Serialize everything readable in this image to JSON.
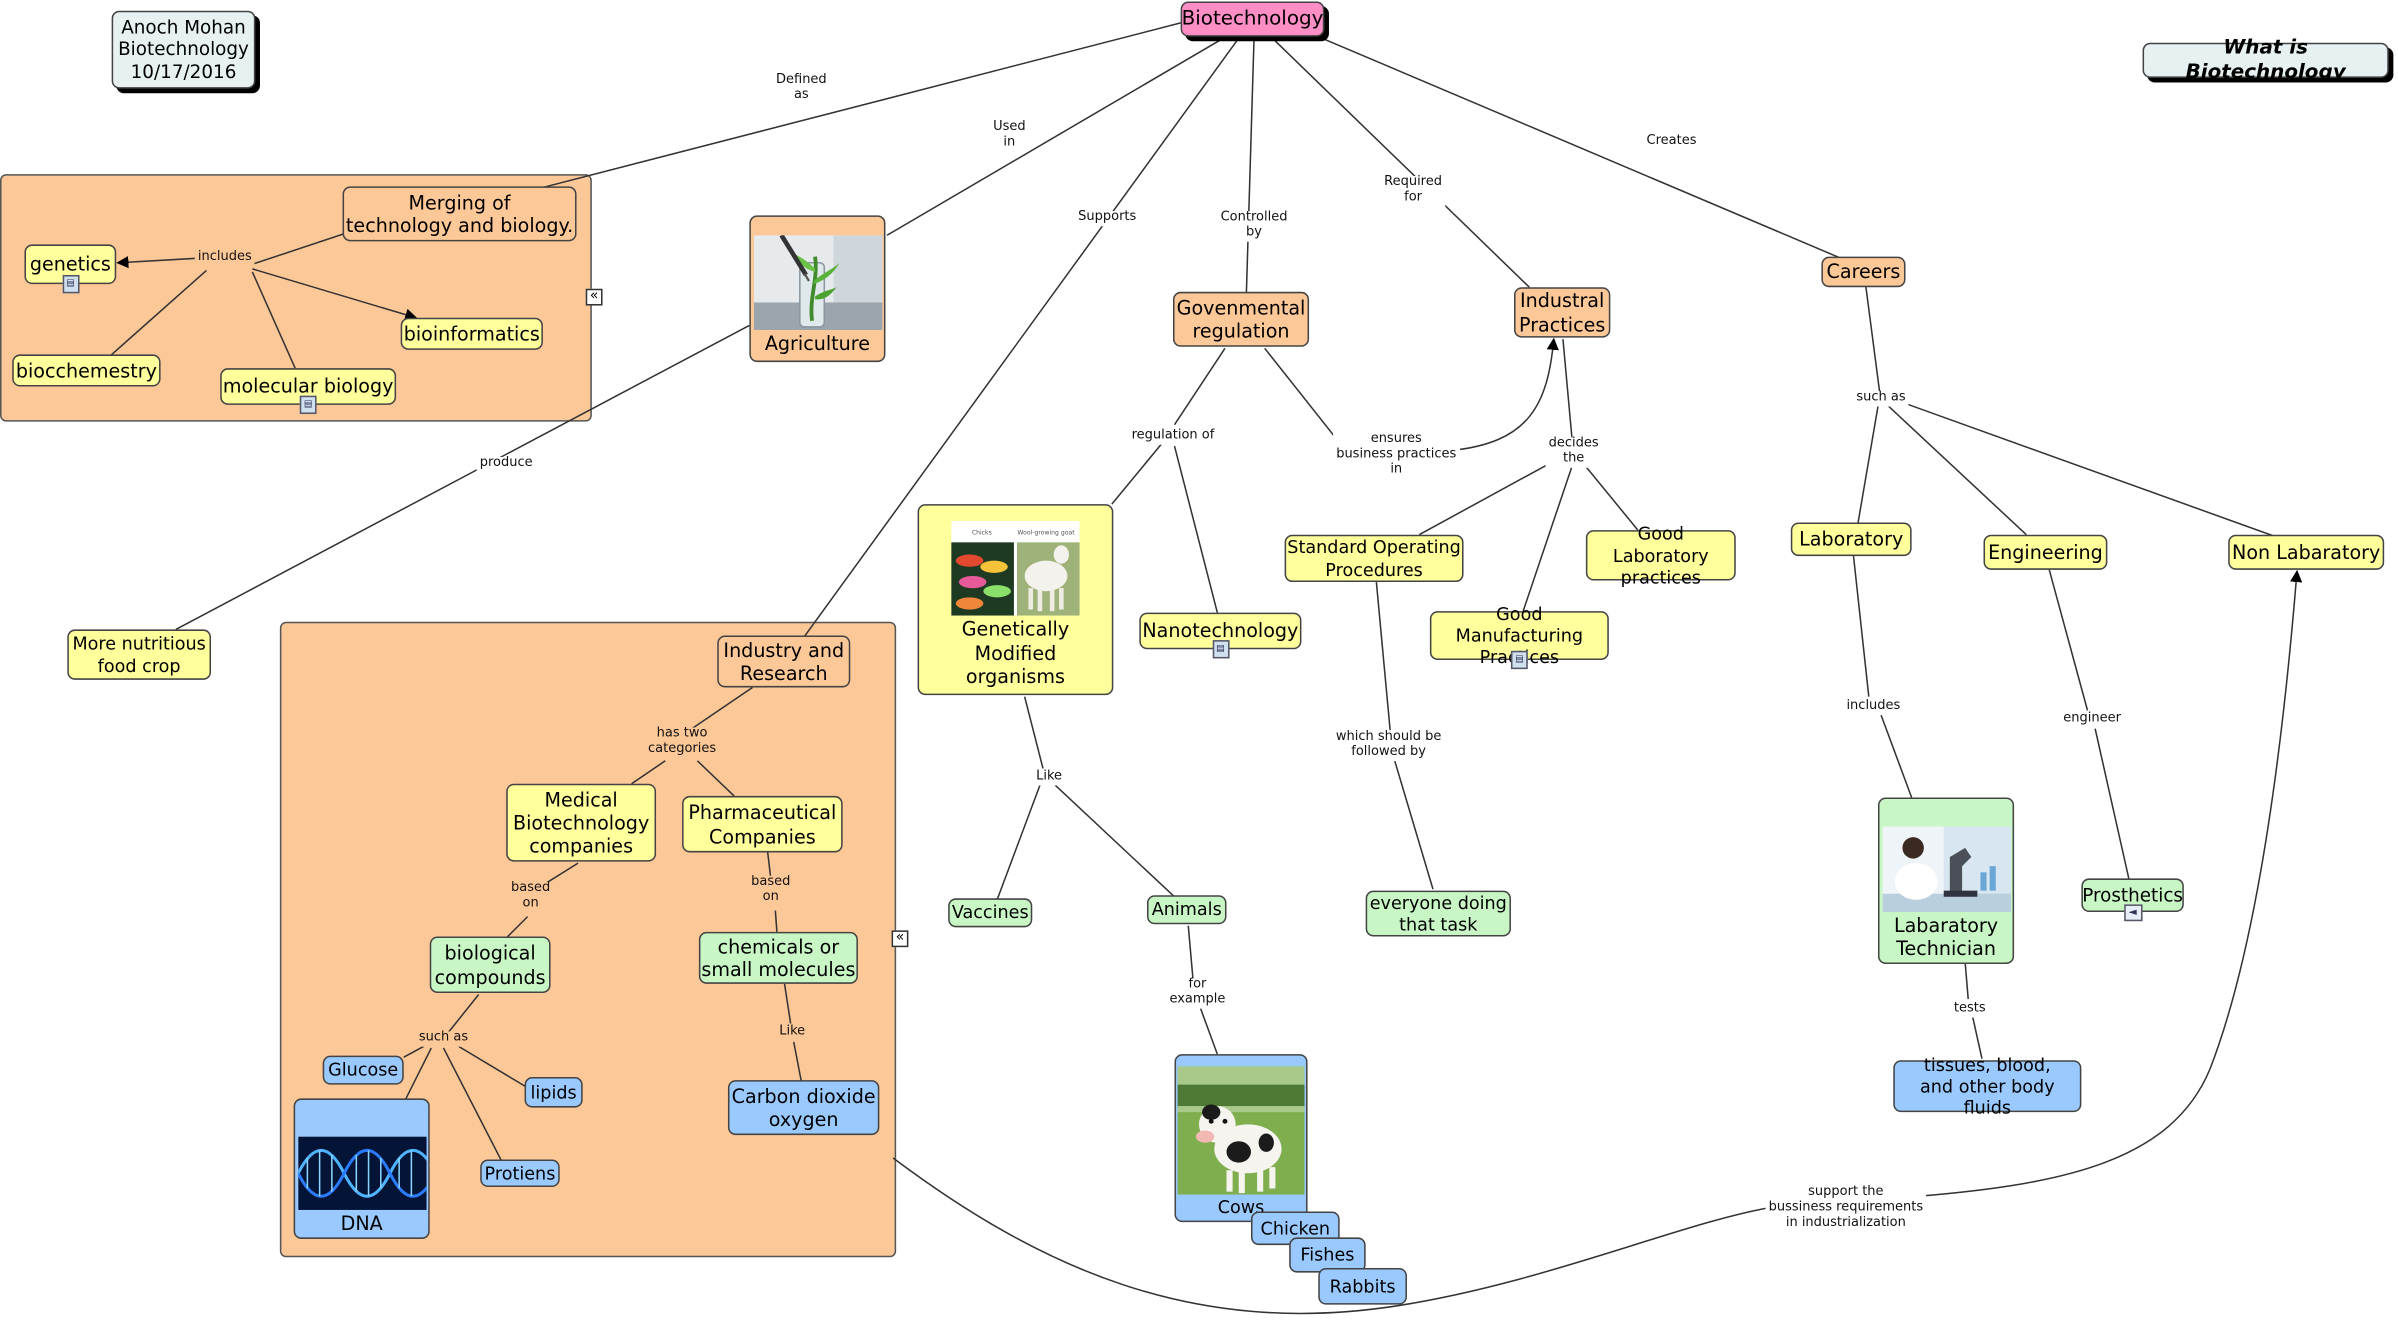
{
  "author_box": {
    "name": "Anoch Mohan",
    "subject": "Biotechnology",
    "date": "10/17/2016"
  },
  "title_box": "What is Biotechnology",
  "root": "Biotechnology",
  "concepts": {
    "merging": "Merging of\ntechnology and biology.",
    "genetics": "genetics",
    "biochem": "biocchemestry",
    "molbio": "molecular biology",
    "bioinfo": "bioinformatics",
    "agri": "Agriculture",
    "nutri": "More nutritious\nfood crop",
    "industry": "Industry and\nResearch",
    "medbio": "Medical\nBiotechnology\ncompanies",
    "pharma": "Pharmaceutical\nCompanies",
    "biocomp": "biological\ncompounds",
    "chemicals": "chemicals or\nsmall molecules",
    "glucose": "Glucose",
    "lipids": "lipids",
    "protiens": "Protiens",
    "dna": "DNA",
    "co2": "Carbon dioxide\noxygen",
    "gov": "Govenmental\nregulation",
    "gmo": "Genetically Modified\norganisms",
    "nano": "Nanotechnology",
    "vaccines": "Vaccines",
    "animals": "Animals",
    "cows": "Cows",
    "chicken": "Chicken",
    "fishes": "Fishes",
    "rabbits": "Rabbits",
    "industrial": "Industral\nPractices",
    "sop": "Standard Operating\nProcedures",
    "glp": "Good Laboratory\npractices",
    "gmp": "Good Manufacturing\nPractices",
    "everyone": "everyone doing\nthat task",
    "careers": "Careers",
    "lab": "Laboratory",
    "eng": "Engineering",
    "nonlab": "Non Labaratory",
    "labtech": "Labaratory\nTechnician",
    "prosthetics": "Prosthetics",
    "tissues": "tissues, blood,\nand other body fluids"
  },
  "gmo_image_captions": {
    "left": "Chicks",
    "right": "Wool-growing goat"
  },
  "link_labels": {
    "defined": "Defined\nas",
    "used": "Used\nin",
    "supports": "Supports",
    "controlled": "Controlled\nby",
    "required": "Required\nfor",
    "creates": "Creates",
    "includes1": "includes",
    "produce": "produce",
    "twocat": "has two\ncategories",
    "based1": "based\non",
    "based2": "based\non",
    "suchas1": "such as",
    "like1": "Like",
    "regof": "regulation of",
    "ensures": "ensures\nbusiness practices\nin",
    "decides": "decides\nthe",
    "like2": "Like",
    "forex": "for\nexample",
    "followed": "which should be\nfollowed by",
    "suchas2": "such as",
    "includes2": "includes",
    "engineer": "engineer",
    "tests": "tests",
    "support": "support the\nbussiness requirements\nin industrialization"
  },
  "icons": [
    "document-icon",
    "sound-icon",
    "collapse-icon"
  ],
  "colors": {
    "root": "#ff8ec6",
    "group": "#fdc897",
    "yellow": "#ffff9c",
    "green": "#c8f7c5",
    "blue": "#99c9ff"
  }
}
